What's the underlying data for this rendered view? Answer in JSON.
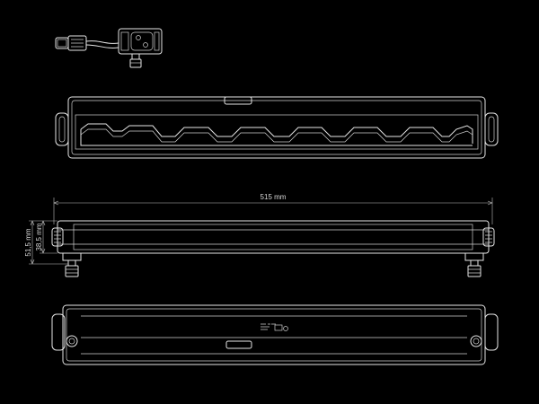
{
  "dimensions": {
    "length": "515 mm",
    "height_total": "51,5 mm",
    "height_body": "38,5 mm"
  },
  "colors": {
    "background": "#000000",
    "line": "#e6e6e6"
  }
}
